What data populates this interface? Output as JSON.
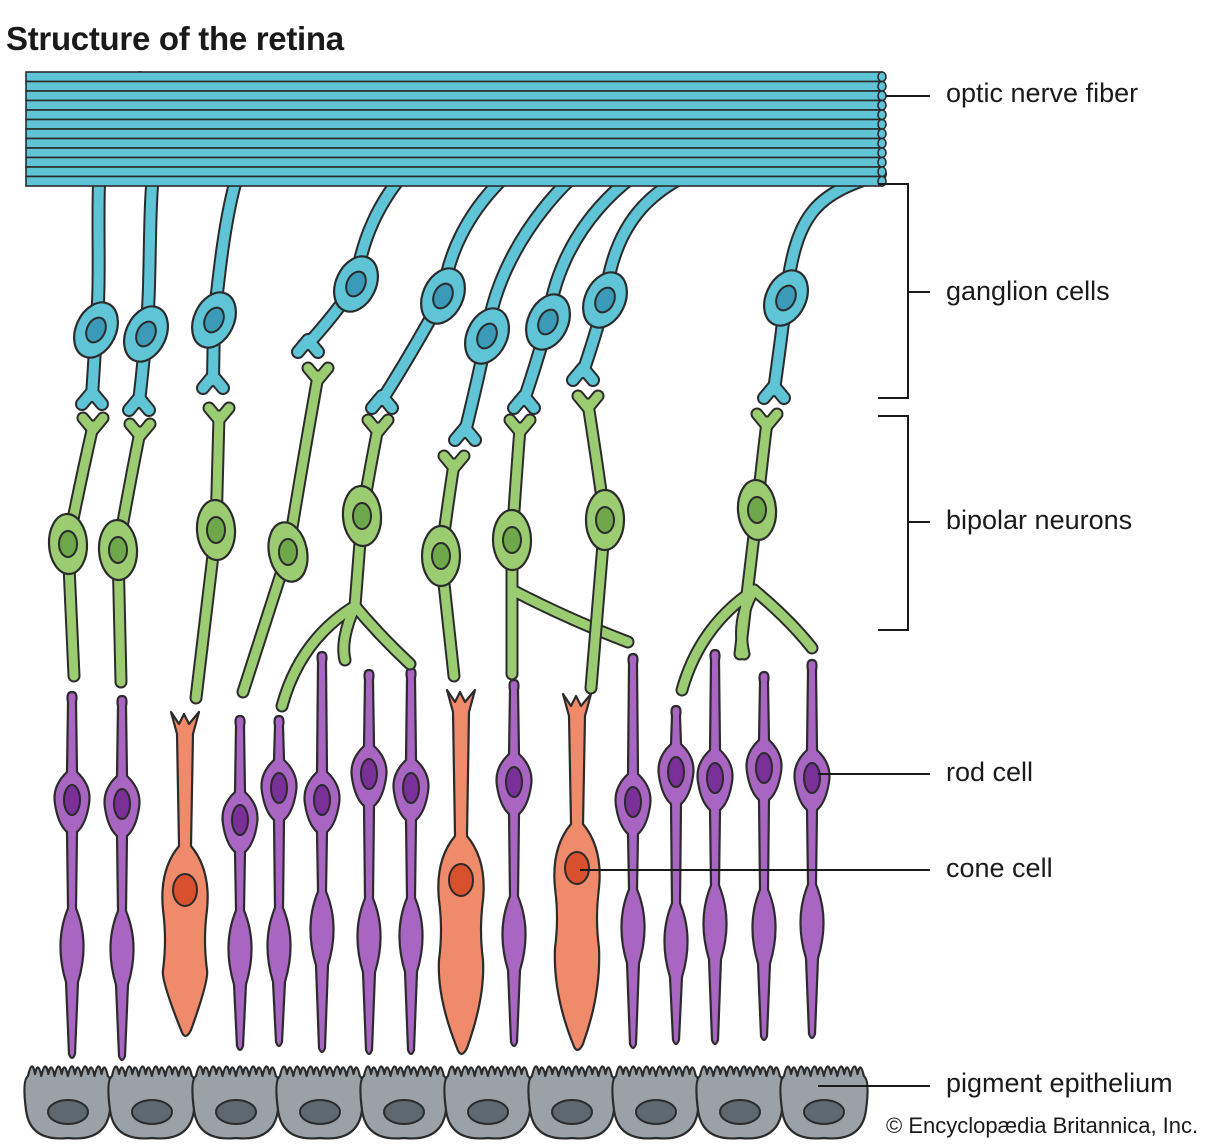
{
  "title": "Structure of the retina",
  "labels": {
    "optic_nerve_fiber": "optic nerve fiber",
    "ganglion_cells": "ganglion cells",
    "bipolar_neurons": "bipolar neurons",
    "rod_cell": "rod cell",
    "cone_cell": "cone cell",
    "pigment_epithelium": "pigment epithelium"
  },
  "credit": "© Encyclopædia Britannica, Inc.",
  "colors": {
    "nerve_fiber": "#5ec4d6",
    "ganglion_nucleus": "#3a9ab8",
    "bipolar": "#9ccc72",
    "bipolar_nucleus": "#6ea84a",
    "rod": "#a866c2",
    "rod_nucleus": "#7a2f99",
    "cone": "#ef8a6a",
    "cone_nucleus": "#d9502e",
    "epithelium": "#9aa2a8",
    "epithelium_nucleus": "#5e6870",
    "outline": "#2b2b2b"
  }
}
